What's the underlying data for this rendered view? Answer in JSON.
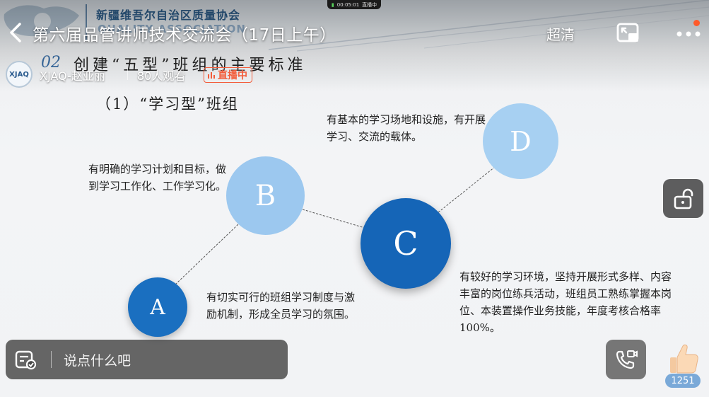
{
  "status_bar": {
    "time": "00:05:01",
    "label": "直播中"
  },
  "live": {
    "title": "第六届品管讲师技术交流会（17日上午）",
    "quality": "超清",
    "host": "XJAQ-赵亚丽",
    "viewers": "80人观看",
    "badge": "直播中",
    "avatar_text": "XJAQ",
    "comment_placeholder": "说点什么吧",
    "like_count": "1251"
  },
  "slide": {
    "association_name": "新疆维吾尔自治区质量协会",
    "association_en": "QUALITY ASSOCIATION",
    "section_number": "02",
    "section_title": "创建“五型”班组的主要标准",
    "subtitle": "（1）“学习型”班组",
    "nodes": [
      {
        "letter": "A",
        "text": "有切实可行的班组学习制度与激励机制，形成全员学习的氛围。"
      },
      {
        "letter": "B",
        "text": "有明确的学习计划和目标，做到学习工作化、工作学习化。"
      },
      {
        "letter": "C",
        "text": "有较好的学习环境，坚持开展形式多样、内容丰富的岗位练兵活动，班组员工熟练掌握本岗位、本装置操作业务技能，年度考核合格率100%。"
      },
      {
        "letter": "D",
        "text": "有基本的学习场地和设施，有开展学习、交流的载体。"
      }
    ]
  },
  "icons": {
    "back": "chevron-left-icon",
    "pip": "picture-in-picture-icon",
    "more": "more-dots-icon",
    "lock": "unlock-icon",
    "comment": "comment-edit-icon",
    "call": "video-call-icon",
    "like": "thumbs-up-icon"
  },
  "colors": {
    "node_dark": "#1565b7",
    "node_light": "#9cc8ef",
    "live_badge": "#f35c3a",
    "like_pill": "#7aa9d8"
  }
}
